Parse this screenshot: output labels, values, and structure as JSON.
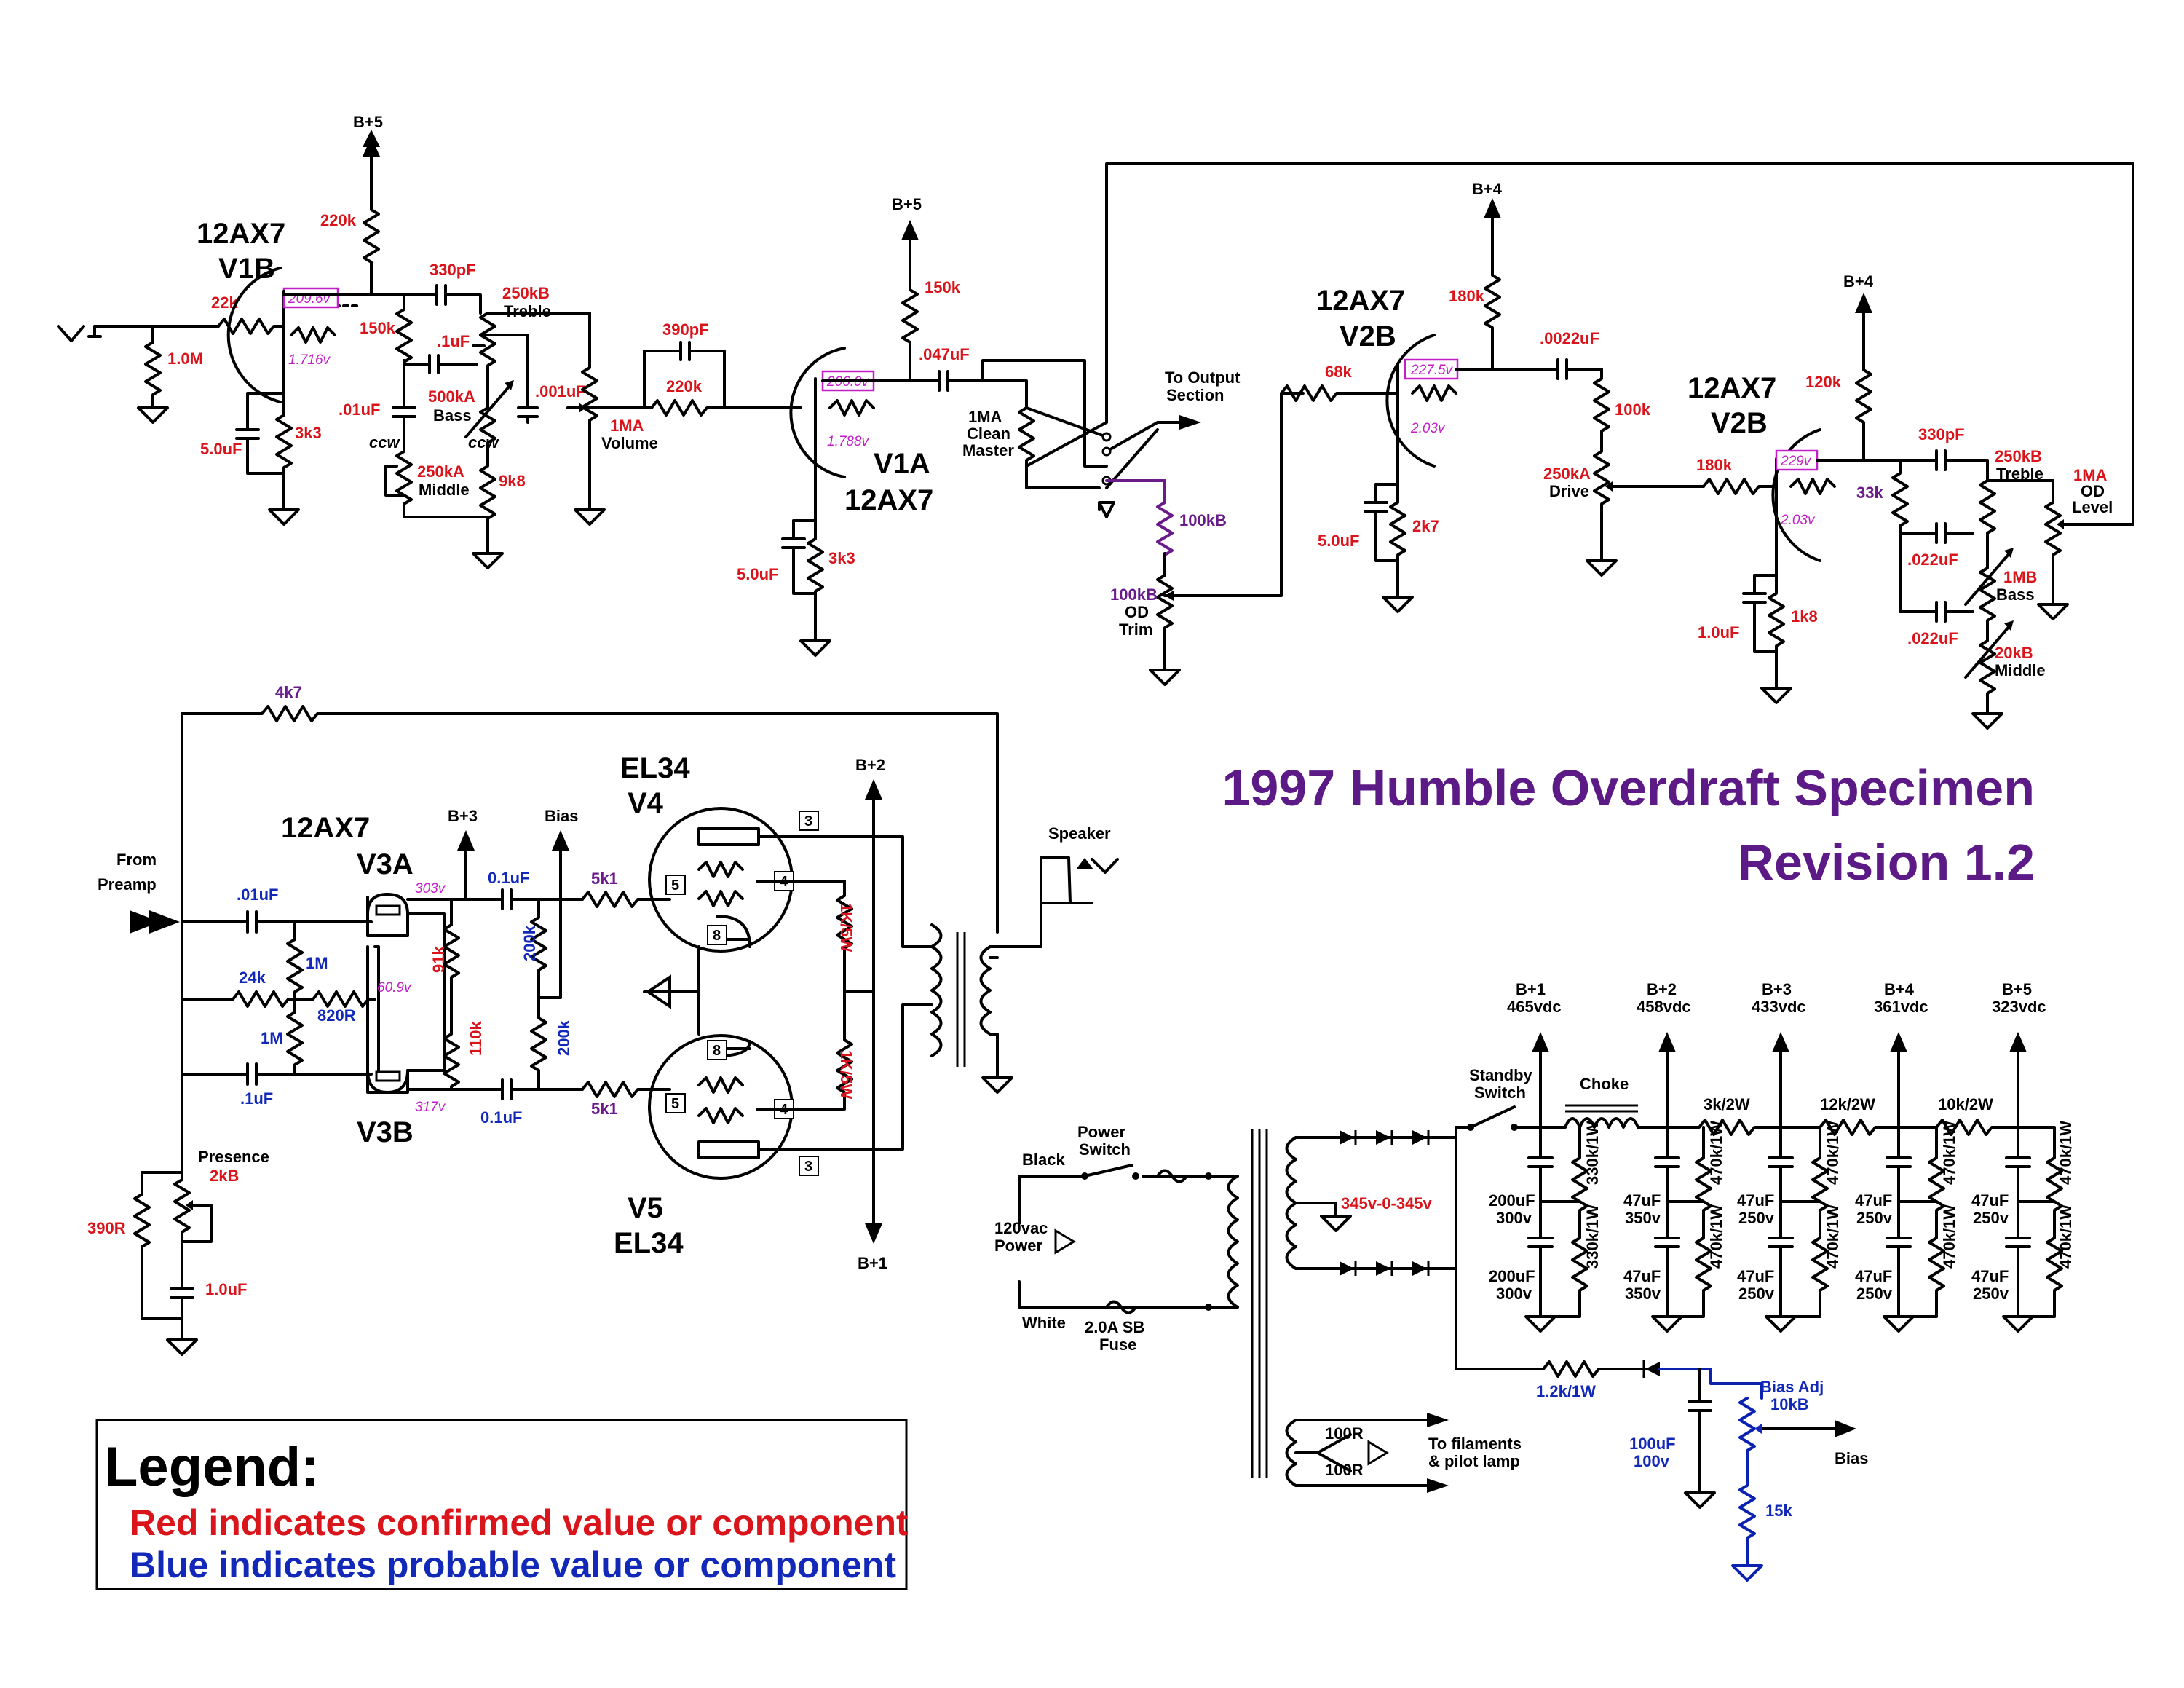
{
  "title": {
    "line1": "1997 Humble Overdraft Specimen",
    "line2": "Revision 1.2"
  },
  "legend": {
    "heading": "Legend:",
    "red_text": "Red indicates confirmed value or component",
    "blue_text": "Blue indicates probable value or component",
    "colors": {
      "confirmed": "#d9141b",
      "probable": "#1128b8",
      "measured_voltage": "#c21fc8",
      "other": "#6a1b8a"
    }
  },
  "tubes": {
    "v1b": {
      "type": "12AX7",
      "name": "V1B",
      "plate_v": "209.6v",
      "cathode_v": "1.716v"
    },
    "v1a": {
      "type": "12AX7",
      "name": "V1A",
      "plate_v": "206.0v",
      "cathode_v": "1.788v"
    },
    "v2b_a": {
      "type": "12AX7",
      "name": "V2B",
      "plate_v": "227.5v",
      "cathode_v": "2.03v"
    },
    "v2b_b": {
      "type": "12AX7",
      "name": "V2B",
      "plate_v": "229v",
      "cathode_v": "2.03v"
    },
    "v3": {
      "type": "12AX7",
      "name_a": "V3A",
      "name_b": "V3B",
      "v_a": "303v",
      "v_mid": "60.9v",
      "v_b": "317v"
    },
    "v4": {
      "type": "EL34",
      "name": "V4"
    },
    "v5": {
      "type": "EL34",
      "name": "V5"
    },
    "pins": {
      "p3": "3",
      "p4": "4",
      "p5": "5",
      "p8": "8"
    }
  },
  "rails": {
    "b1": "B+1",
    "b2": "B+2",
    "b3": "B+3",
    "b4": "B+4",
    "b5": "B+5",
    "bias": "Bias"
  },
  "preamp": {
    "r220k": "220k",
    "r22k": "22k",
    "r1m": "1.0M",
    "c5u": "5.0uF",
    "r3k3": "3k3",
    "c330p": "330pF",
    "r150k": "150k",
    "treble": "250kB",
    "treble_lbl": "Treble",
    "c1u": ".1uF",
    "c01u": ".01uF",
    "bass": "500kA",
    "bass_lbl": "Bass",
    "c001": ".001uF",
    "ccw": "ccw",
    "middle": "250kA",
    "middle_lbl": "Middle",
    "r9k8": "9k8",
    "vol": "1MA",
    "vol_lbl": "Volume",
    "c390p": "390pF",
    "r220k_b": "220k",
    "r150k_b": "150k",
    "c047": ".047uF",
    "c5u_b": "5.0uF",
    "r3k3_b": "3k3",
    "clean": "1MA",
    "clean_lbl1": "Clean",
    "clean_lbl2": "Master",
    "to_output1": "To Output",
    "to_output2": "Section",
    "r100kb": "100kB",
    "trim": "100kB",
    "trim_lbl1": "OD",
    "trim_lbl2": "Trim",
    "r68k": "68k",
    "r180k": "180k",
    "c0022": ".0022uF",
    "r100k": "100k",
    "drive": "250kA",
    "drive_lbl": "Drive",
    "c5u_c": "5.0uF",
    "r2k7": "2k7",
    "r180k_b": "180k",
    "r120k": "120k",
    "r33k": "33k",
    "c330p_b": "330pF",
    "treble2": "250kB",
    "treble2_lbl": "Treble",
    "c022a": ".022uF",
    "c022b": ".022uF",
    "bass2": "1MB",
    "bass2_lbl": "Bass",
    "middle2": "20kB",
    "middle2_lbl": "Middle",
    "od_level": "1MA",
    "od_level_lbl1": "OD",
    "od_level_lbl2": "Level",
    "c1u_b": "1.0uF",
    "r1k8": "1k8"
  },
  "power_amp": {
    "r4k7": "4k7",
    "from1": "From",
    "from2": "Preamp",
    "c01u": ".01uF",
    "r1m_a": "1M",
    "r24k": "24k",
    "r820": "820R",
    "r1m_b": "1M",
    "c1u": ".1uF",
    "r91k": "91k",
    "r110k": "110k",
    "c01a": "0.1uF",
    "c01b": "0.1uF",
    "r200k_a": "200k",
    "r200k_b": "200k",
    "r5k1_a": "5k1",
    "r5k1_b": "5k1",
    "r1k5w_a": "1K/5W",
    "r1k5w_b": "1K/5W",
    "speaker": "Speaker",
    "presence_lbl": "Presence",
    "presence": "2kB",
    "r390": "390R",
    "c1u_p": "1.0uF"
  },
  "power_supply": {
    "b1_v": "465vdc",
    "b2_v": "458vdc",
    "b3_v": "433vdc",
    "b4_v": "361vdc",
    "b5_v": "323vdc",
    "standby1": "Standby",
    "standby2": "Switch",
    "choke": "Choke",
    "r3k": "3k/2W",
    "r12k": "12k/2W",
    "r10k": "10k/2W",
    "c200a1": "200uF",
    "c200a2": "300v",
    "c200b1": "200uF",
    "c200b2": "300v",
    "c47_1": "47uF",
    "c47_1v": "350v",
    "c47_2": "47uF",
    "c47_2v": "350v",
    "c47_3": "47uF",
    "c47_3v": "250v",
    "c47_4": "47uF",
    "c47_4v": "250v",
    "c47_5": "47uF",
    "c47_5v": "250v",
    "c47_6": "47uF",
    "c47_6v": "250v",
    "c47_7": "47uF",
    "c47_7v": "250v",
    "c47_8": "47uF",
    "c47_8v": "250v",
    "r330k": "330k/1W",
    "r470k": "470k/1W",
    "black": "Black",
    "white": "White",
    "power1": "Power",
    "power2": "Switch",
    "ac1": "120vac",
    "ac2": "Power",
    "fuse1": "2.0A SB",
    "fuse2": "Fuse",
    "hv": "345v-0-345v",
    "r1k2": "1.2k/1W",
    "c100u": "100uF",
    "c100v": "100v",
    "bias_adj": "Bias Adj",
    "bias_pot": "10kB",
    "bias_out": "Bias",
    "r15k": "15k",
    "fil1": "To filaments",
    "fil2": "& pilot lamp",
    "r100a": "100R",
    "r100b": "100R"
  }
}
